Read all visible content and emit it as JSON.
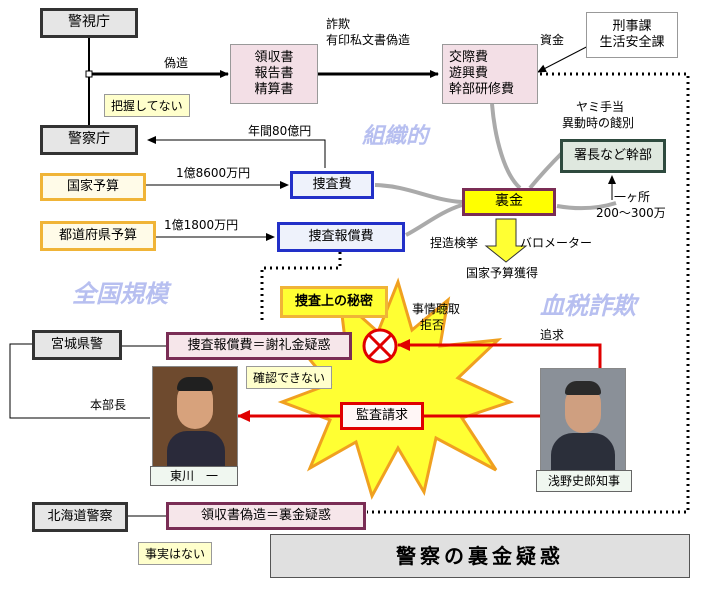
{
  "diagram": {
    "title": "警察の裏金疑惑",
    "nodes": {
      "keishicho": "警視庁",
      "keisatsucho": "警察庁",
      "kokka_yosan": "国家予算",
      "todofuken_yosan": "都道府県予算",
      "sousahi": "捜査費",
      "sousa_hoshouhi": "捜査報償費",
      "documents": [
        "領収書",
        "報告書",
        "精算書"
      ],
      "expenses": [
        "交際費",
        "遊興費",
        "幹部研修費"
      ],
      "keiji": [
        "刑事課",
        "生活安全課"
      ],
      "shochou": "署長など幹部",
      "uragane": "裏金",
      "sousa_himitsu": "捜査上の秘密",
      "miyagi": "宮城県警",
      "hokkaido": "北海道警察",
      "miyagi_issue": "捜査報償費＝謝礼金疑惑",
      "hokkaido_issue": "領収書偽造＝裏金疑惑",
      "kansa": "監査請求",
      "person_left": "東川　一",
      "person_right": "浅野史郎知事"
    },
    "labels": {
      "gizou": "偽造",
      "sagi": [
        "詐欺",
        "有印私文書偽造"
      ],
      "shikin": "資金",
      "nenkan": "年間80億円",
      "oku8600": "1億8600万円",
      "oku1800": "1億1800万円",
      "yami": [
        "ヤミ手当",
        "異動時の餞別"
      ],
      "ikkasho": [
        "一ヶ所",
        "200～300万"
      ],
      "nesso": "捏造検挙",
      "barometer": "バロメーター",
      "kokka_kakutoku": "国家予算獲得",
      "jijou": [
        "事情聴取",
        "拒否"
      ],
      "tsuikyuu": "追求",
      "honbuchou": "本部長"
    },
    "callouts": {
      "haaku": "把握してない",
      "kakunin": "確認できない",
      "jijitsu": "事実はない"
    },
    "watermarks": {
      "soshiki": "組織的",
      "zenkoku": "全国規模",
      "kesshi": "血税詐欺"
    }
  }
}
